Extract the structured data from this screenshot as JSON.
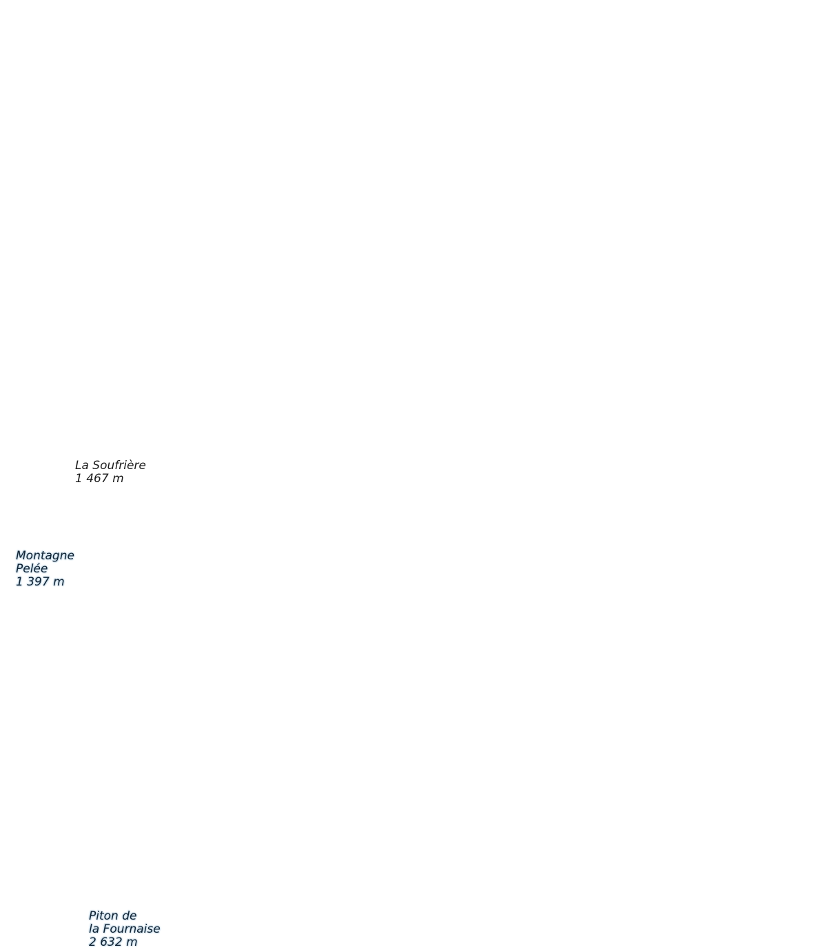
{
  "volcanoes": [
    {
      "name_lines": [
        "La Soufrière"
      ],
      "elevation": "1 467 m",
      "halo": false
    },
    {
      "name_lines": [
        "Montagne",
        "Pelée"
      ],
      "elevation": "1 397 m",
      "halo": true
    },
    {
      "name_lines": [
        "Piton de",
        "la Fournaise"
      ],
      "elevation": "2 632 m",
      "halo": true
    }
  ]
}
